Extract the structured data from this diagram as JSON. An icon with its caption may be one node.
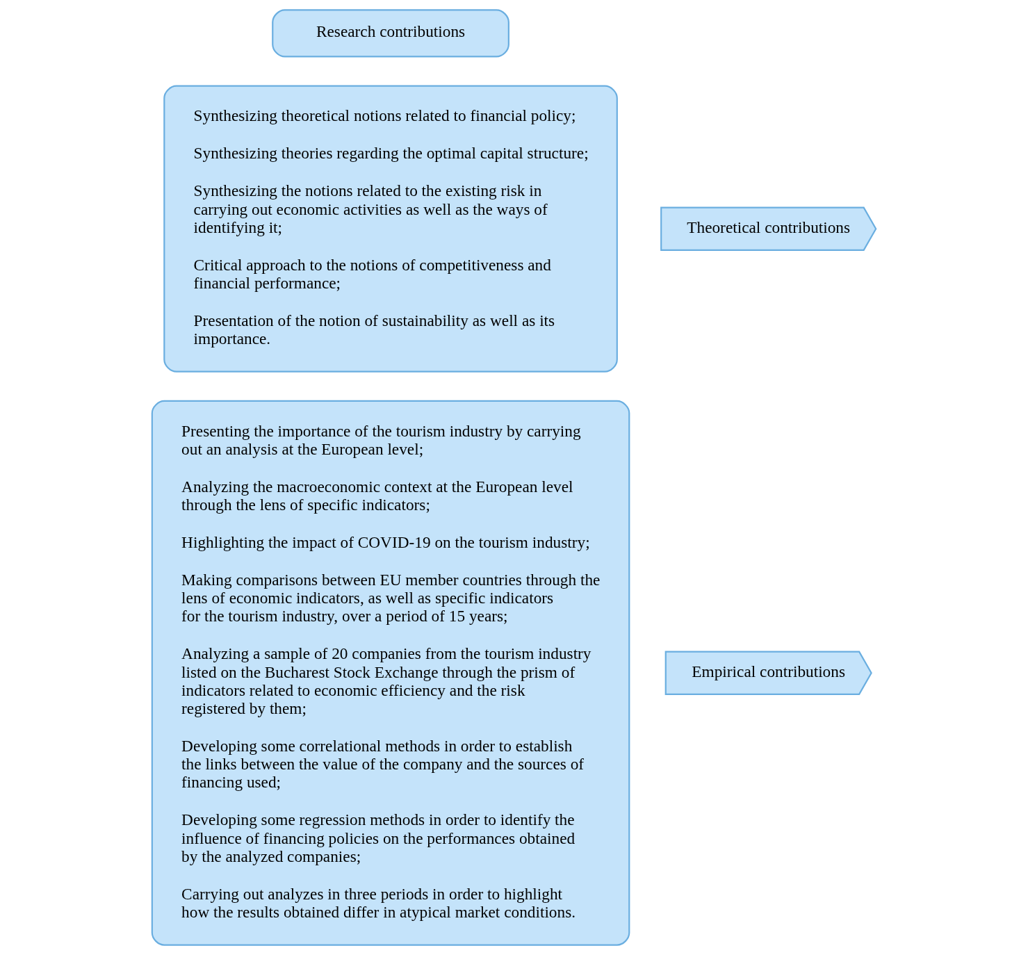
{
  "diagram": {
    "nodes": [
      {
        "text": [
          "Research contributions"
        ]
      },
      {
        "text": [
          "Theoretical contributions"
        ]
      },
      {
        "text": [
          "Synthesizing theoretical notions related to financial policy;",
          "Synthesizing theories regarding the optimal capital structure;",
          "Synthesizing the notions related to the existing risk in carrying out economic activities as well as the ways of identifying it;",
          "Critical approach to the notions of competitiveness and financial performance;",
          "Presentation of the notion of sustainability as well as its importance."
        ]
      },
      {
        "text": [
          "Empirical contributions"
        ]
      },
      {
        "text": [
          "Presenting the importance of the tourism industry by carrying out an analysis at the European level;",
          "Analyzing the macroeconomic context at the European level through the lens of specific indicators;",
          "Highlighting the impact of COVID-19 on the tourism industry;",
          "Making comparisons between EU member countries through the lens of economic indicators, as well as specific indicators for the tourism industry, over a period of 15 years;",
          "Analyzing a sample of 20 companies from the tourism industry listed on the Bucharest Stock Exchange through the prism of indicators related to economic efficiency and the risk registered by them;",
          "Developing some correlational methods in order to establish the links between the value of the company and the sources of financing used;",
          "Developing some regression methods in order to identify the influence of financing policies on the performances obtained by the analyzed companies;",
          "Carrying out analyzes in three periods in order to highlight how the results obtained differ in atypical market conditions."
        ]
      }
    ],
    "edges": []
  }
}
